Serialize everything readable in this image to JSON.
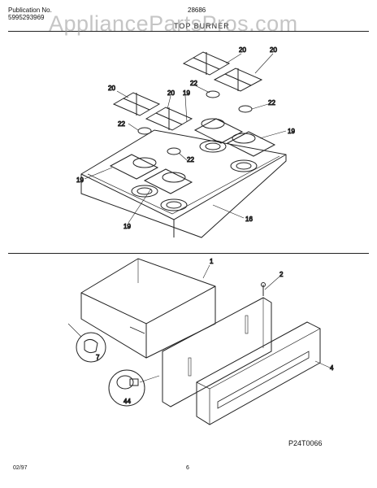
{
  "header": {
    "publication_label": "Publication No.",
    "publication_number": "5995293969",
    "model": "28686",
    "section_title": "TOP BURNER"
  },
  "watermark": "AppliancePartsPros.com",
  "callouts": {
    "grate": "20",
    "burner_cap": "22",
    "burner_head": "19",
    "cooktop": "16",
    "drawer": "1",
    "screw": "2",
    "drawer_front": "4",
    "roller": "7",
    "glide": "44"
  },
  "diagram_code": "P24T0066",
  "footer": {
    "date": "02/97",
    "page": "6"
  }
}
